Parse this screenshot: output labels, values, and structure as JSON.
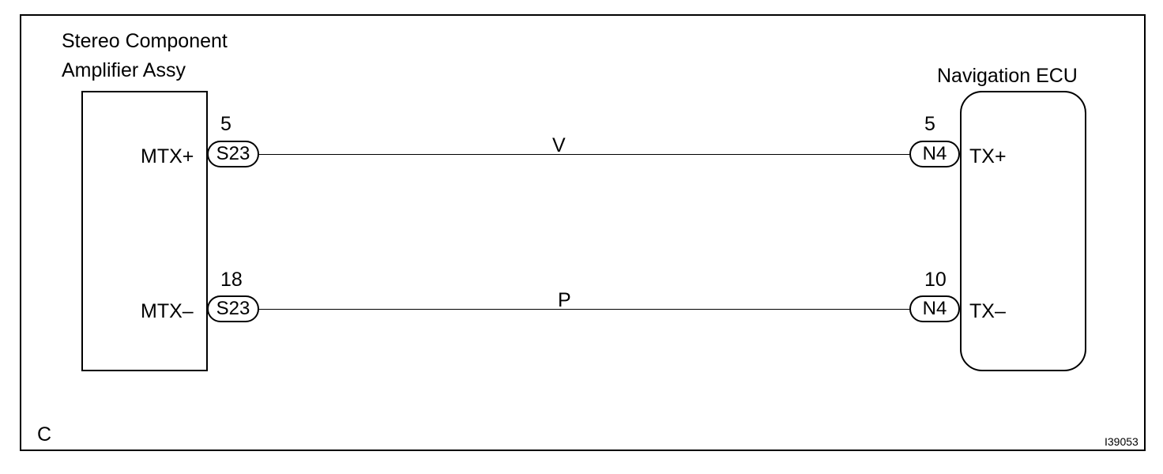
{
  "components": {
    "left": {
      "line1": "Stereo Component",
      "line2": "Amplifier Assy"
    },
    "right": {
      "name": "Navigation ECU"
    }
  },
  "circuits": [
    {
      "wire_color": "V",
      "left_pin": "5",
      "left_connector": "S23",
      "left_signal": "MTX+",
      "right_pin": "5",
      "right_connector": "N4",
      "right_signal": "TX+"
    },
    {
      "wire_color": "P",
      "left_pin": "18",
      "left_connector": "S23",
      "left_signal": "MTX–",
      "right_pin": "10",
      "right_connector": "N4",
      "right_signal": "TX–"
    }
  ],
  "corner_letter": "C",
  "figure_id": "I39053"
}
